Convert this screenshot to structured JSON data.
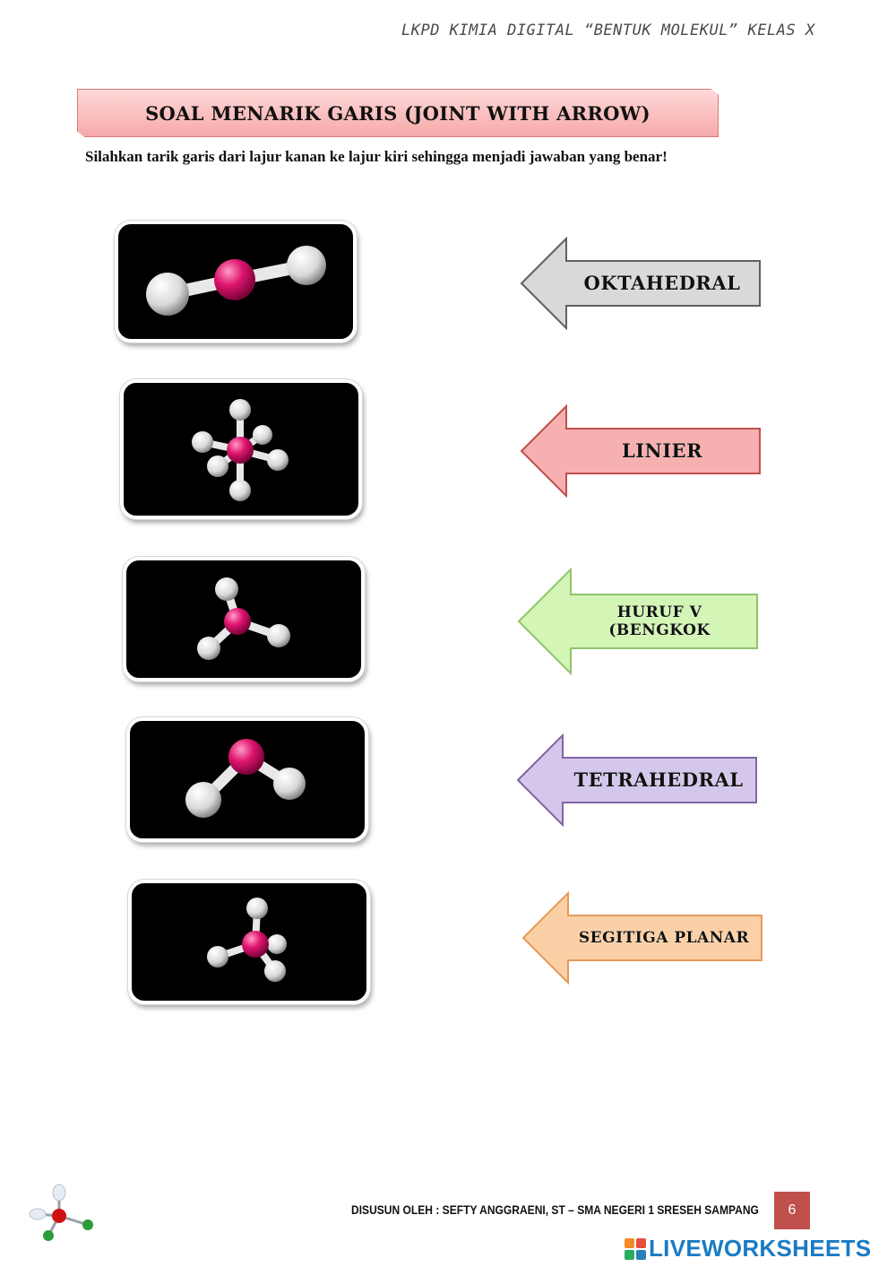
{
  "header": {
    "text": "LKPD KIMIA DIGITAL “BENTUK MOLEKUL” KELAS X"
  },
  "title": {
    "text": "SOAL MENARIK GARIS (JOINT WITH ARROW)"
  },
  "instruction": {
    "text": "Silahkan tarik garis dari lajur kanan ke lajur kiri sehingga menjadi jawaban yang benar!"
  },
  "molecules": [
    {
      "shape": "linear"
    },
    {
      "shape": "octahedral"
    },
    {
      "shape": "trigonal-planar"
    },
    {
      "shape": "bent"
    },
    {
      "shape": "tetrahedral"
    }
  ],
  "answers": [
    {
      "label": "OKTAHEDRAL",
      "color": "#d9d9d9",
      "stroke": "#7f7f7f"
    },
    {
      "label": "LINIER",
      "color": "#f7b0b0",
      "stroke": "#c0504d"
    },
    {
      "label_line1": "HURUF V",
      "label_line2": "(BENGKOK",
      "color": "#d3f5b5",
      "stroke": "#8fc46b"
    },
    {
      "label": "TETRAHEDRAL",
      "color": "#d5c7ec",
      "stroke": "#8064a2"
    },
    {
      "label": "SEGITIGA PLANAR",
      "color": "#fcd0a6",
      "stroke": "#e59a57"
    }
  ],
  "colors": {
    "atom_center": "#e0156f",
    "atom_outer": "#ffffff",
    "card_bg": "#000000"
  },
  "footer": {
    "credit": "DISUSUN OLEH : SEFTY ANGGRAENI, ST – SMA NEGERI 1 SRESEH SAMPANG",
    "page_number": "6",
    "brand": "LIVEWORKSHEETS"
  }
}
